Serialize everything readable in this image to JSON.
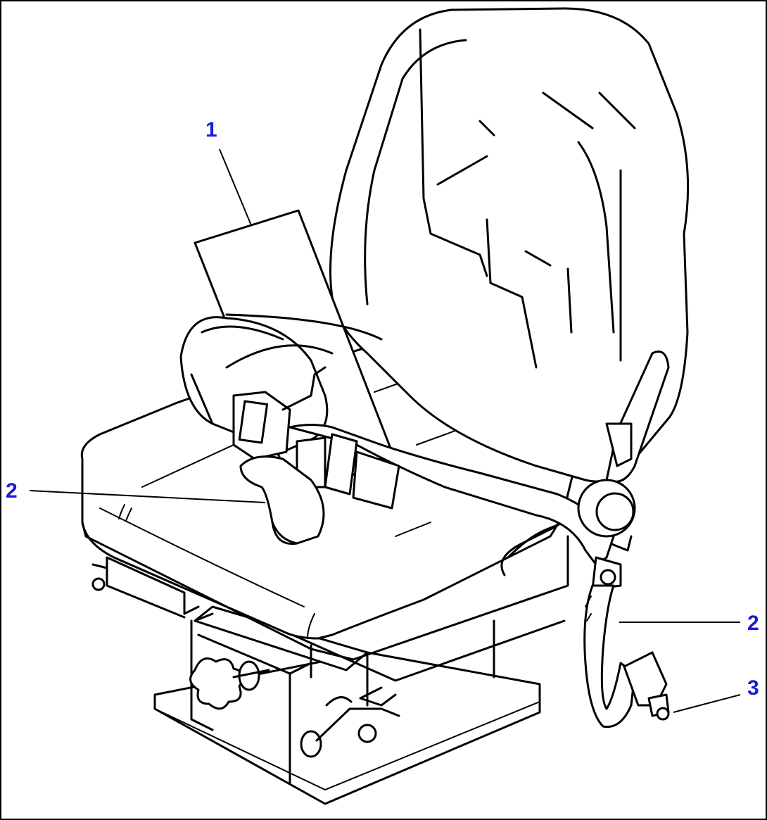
{
  "figure": {
    "callouts": [
      {
        "label": "1",
        "part": "seat-belt-label-plate"
      },
      {
        "label": "2",
        "part": "seat-belt"
      },
      {
        "label": "2",
        "part": "seat-belt"
      },
      {
        "label": "3",
        "part": "seat-belt-mounting-bolt"
      }
    ]
  },
  "colors": {
    "line": "#000000",
    "callout": "#1a1ad8",
    "background": "#ffffff"
  }
}
